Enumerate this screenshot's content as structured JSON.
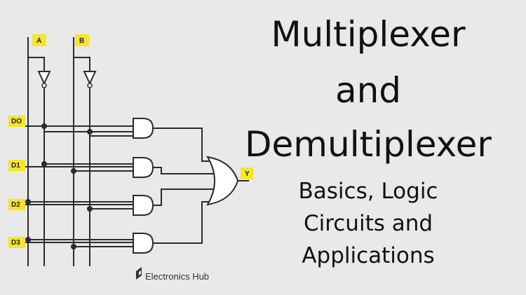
{
  "diagram": {
    "inputs": {
      "a": "A",
      "b": "B",
      "d0": "DO",
      "d1": "D1",
      "d2": "D2",
      "d3": "D3"
    },
    "output": "Y"
  },
  "logo": {
    "text": "Electronics Hub"
  },
  "headline": {
    "line1": "Multiplexer",
    "line2": "and",
    "line3": "Demultiplexer"
  },
  "subtitle": {
    "line1": "Basics, Logic",
    "line2": "Circuits and",
    "line3": "Applications"
  },
  "colors": {
    "background": "#e9e9e9",
    "label_bg": "#f5e52c",
    "wire": "#2b2b2b"
  }
}
